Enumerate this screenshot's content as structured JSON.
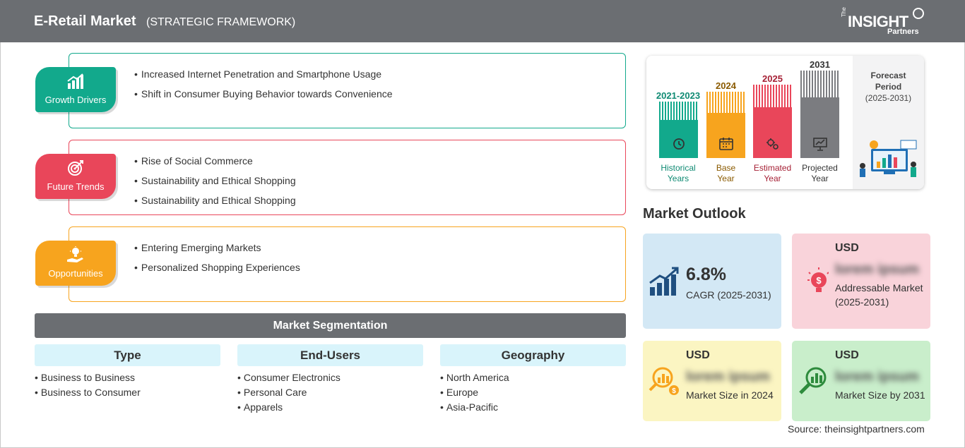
{
  "header": {
    "title": "E-Retail Market",
    "subtitle": "(STRATEGIC FRAMEWORK)",
    "logo": {
      "the": "The",
      "insight": "INSIGHT",
      "partners": "Partners"
    }
  },
  "factors": [
    {
      "label": "Growth Drivers",
      "color": "#12a98c",
      "icon": "growth-chart-icon",
      "items": [
        "Increased Internet Penetration and Smartphone Usage",
        "Shift in Consumer Buying Behavior towards Convenience"
      ]
    },
    {
      "label": "Future Trends",
      "color": "#e9465a",
      "icon": "target-icon",
      "items": [
        "Rise of Social Commerce",
        "Sustainability and Ethical Shopping",
        "Sustainability and Ethical Shopping"
      ]
    },
    {
      "label": "Opportunities",
      "color": "#f7a41e",
      "icon": "lightbulb-hand-icon",
      "items": [
        "Entering Emerging Markets",
        "Personalized Shopping Experiences"
      ]
    }
  ],
  "segmentation": {
    "title": "Market Segmentation",
    "columns": [
      {
        "head": "Type",
        "items": [
          "Business to Business",
          "Business to Consumer"
        ]
      },
      {
        "head": "End-Users",
        "items": [
          "Consumer Electronics",
          "Personal Care",
          "Apparels"
        ]
      },
      {
        "head": "Geography",
        "items": [
          "North America",
          "Europe",
          "Asia-Pacific"
        ]
      }
    ]
  },
  "timeline": {
    "forecast": {
      "label_line1": "Forecast",
      "label_line2": "Period",
      "range": "(2025-2031)"
    },
    "bars": [
      {
        "year": "2021-2023",
        "label_line1": "Historical",
        "label_line2": "Years",
        "color": "#12a98c",
        "label_color": "#0f8a73",
        "icon": "history-clock-icon"
      },
      {
        "year": "2024",
        "label_line1": "Base",
        "label_line2": "Year",
        "color": "#f7a41e",
        "label_color": "#8a5a00",
        "icon": "calendar-icon"
      },
      {
        "year": "2025",
        "label_line1": "Estimated",
        "label_line2": "Year",
        "color": "#e9465a",
        "label_color": "#a51f34",
        "icon": "gears-icon"
      },
      {
        "year": "2031",
        "label_line1": "Projected",
        "label_line2": "Year",
        "color": "#7b7c80",
        "label_color": "#333333",
        "icon": "presentation-icon"
      }
    ]
  },
  "outlook": {
    "title": "Market Outlook",
    "cagr": {
      "value": "6.8%",
      "label": "CAGR (2025-2031)",
      "bg": "#d3e8f5",
      "icon": "bar-growth-icon"
    },
    "addressable": {
      "currency": "USD",
      "value": "lorem ipsum",
      "label": "Addressable Market (2025-2031)",
      "bg": "#f9d3da",
      "icon": "dollar-bulb-icon"
    },
    "size2024": {
      "currency": "USD",
      "value": "lorem ipsum",
      "label": "Market Size in 2024",
      "bg": "#fbf5c2",
      "icon": "magnifier-dollar-icon"
    },
    "size2031": {
      "currency": "USD",
      "value": "lorem ipsum",
      "label": "Market Size by 2031",
      "bg": "#c9eecb",
      "icon": "magnifier-bars-icon"
    }
  },
  "source": "Source: theinsightpartners.com"
}
